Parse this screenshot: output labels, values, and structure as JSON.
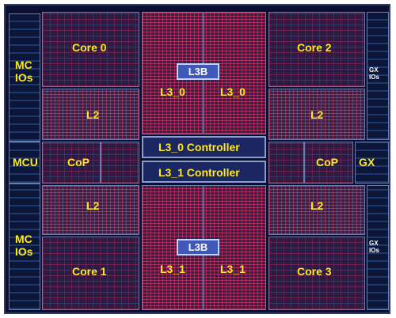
{
  "labels": {
    "core0": "Core 0",
    "core1": "Core 1",
    "core2": "Core 2",
    "core3": "Core 3",
    "l2_top_left": "L2",
    "l2_top_right": "L2",
    "l2_bottom_left": "L2",
    "l2_bottom_right": "L2",
    "l3b_top": "L3B",
    "l3b_bottom": "L3B",
    "l3_0_left": "L3_0",
    "l3_0_right": "L3_0",
    "l3_1_left": "L3_1",
    "l3_1_right": "L3_1",
    "l3_0_controller": "L3_0 Controller",
    "l3_1_controller": "L3_1 Controller",
    "mc_ios_top_line1": "MC",
    "mc_ios_top_line2": "IOs",
    "mc_ios_bottom_line1": "MC",
    "mc_ios_bottom_line2": "IOs",
    "mcu": "MCU",
    "cop_left": "CoP",
    "cop_right": "CoP",
    "gx": "GX",
    "gx_ios_top_line1": "GX",
    "gx_ios_top_line2": "IOs",
    "gx_ios_bottom_line1": "GX",
    "gx_ios_bottom_line2": "IOs"
  },
  "colors": {
    "label": "#ffe81f",
    "die_background": "#0a1030",
    "cache_highlight": "#ff3c6e",
    "l3b_fill": "#4058b8"
  }
}
